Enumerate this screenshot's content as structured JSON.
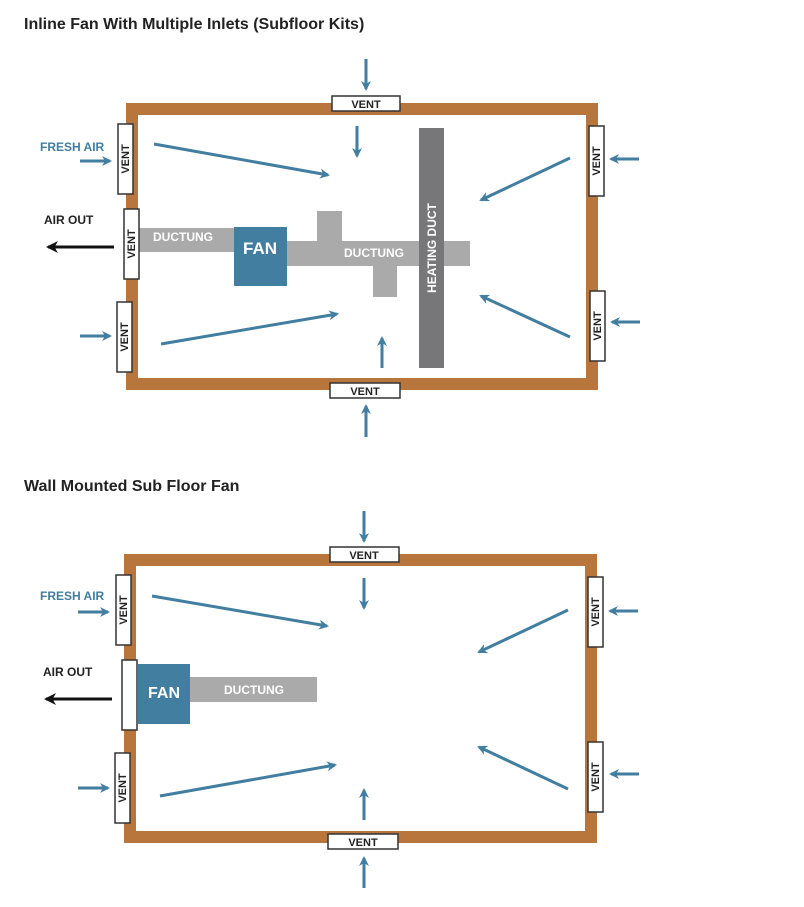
{
  "colors": {
    "wall": "#b8763c",
    "arrow": "#427ea0",
    "fan": "#427ea0",
    "ducting": "#aaaaab",
    "heating_duct": "#77777a",
    "air_out_arrow": "#111111",
    "vent_border": "#333333",
    "label_dark": "#222222",
    "label_light": "#ffffff",
    "fresh_air_text": "#427ea0"
  },
  "diagrams": [
    {
      "title": "Inline Fan With Multiple Inlets (Subfloor Kits)",
      "labels": {
        "fresh_air": "FRESH AIR",
        "air_out": "AIR OUT",
        "fan": "FAN",
        "ducting_left": "DUCTUNG",
        "ducting_right": "DUCTUNG",
        "heating_duct": "HEATING DUCT",
        "vent": "VENT"
      },
      "vents": [
        "top",
        "bottom",
        "left-upper",
        "left-exhaust",
        "left-lower",
        "right-upper",
        "right-lower"
      ]
    },
    {
      "title": "Wall Mounted Sub Floor Fan",
      "labels": {
        "fresh_air": "FRESH AIR",
        "air_out": "AIR OUT",
        "fan": "FAN",
        "ducting": "DUCTUNG",
        "vent": "VENT"
      },
      "vents": [
        "top",
        "bottom",
        "left-upper",
        "left-exhaust",
        "left-lower",
        "right-upper",
        "right-lower"
      ]
    }
  ]
}
